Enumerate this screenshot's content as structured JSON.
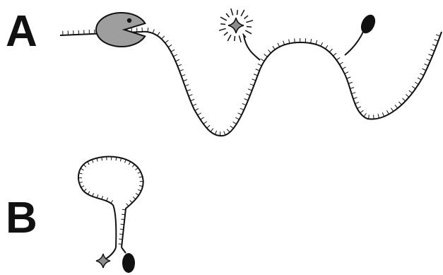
{
  "panels": {
    "a": {
      "label": "A"
    },
    "b": {
      "label": "B"
    }
  },
  "colors": {
    "stroke": "#111111",
    "pacman_fill": "#9e9e9e",
    "star_fill": "#8c8c8c",
    "probe_fill": "#111111",
    "background": "#ffffff"
  },
  "icons": {
    "enzyme": "pacman-shape",
    "fluorophore": "sparkle-star",
    "quencher": "black-oval"
  }
}
